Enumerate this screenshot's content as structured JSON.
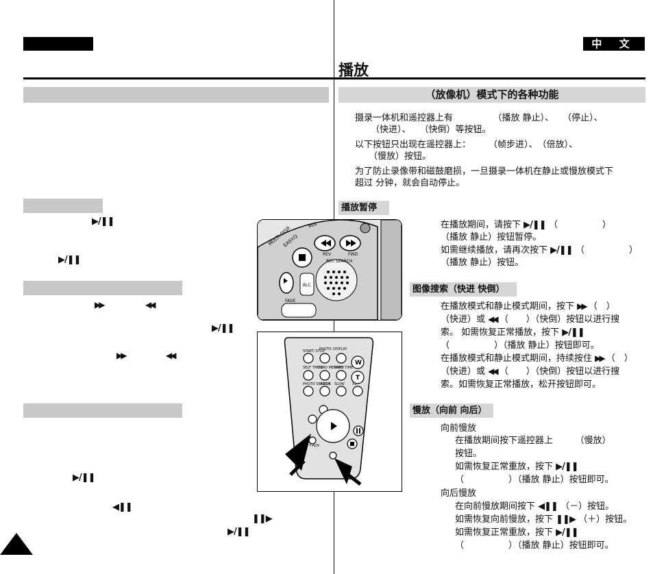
{
  "header": {
    "lang_label": "中 文",
    "page_title": "播放"
  },
  "right": {
    "section_title": "（放像机）模式下的各种功能",
    "intro": [
      "摄录一体机和遥控器上有　　　　　（播放 静止）、　　（停止）、",
      "（快进）、　　（快倒）等按钮。",
      "以下按钮只出现在遥控器上：　　　（帧步进）、　（倍放）、",
      "（慢放）按钮。",
      "为了防止录像带和磁鼓磨损，一旦摄录一体机在静止或慢放模式下",
      "超过 分钟，就会自动停止。"
    ],
    "pause_head": "播放暂停",
    "pause_lines": [
      "在播放期间，请按下",
      "（　　　　　）",
      "（播放 静止）按钮暂停。",
      "如需继续播放，请再次按下",
      "（　　　　　）",
      "（播放 静止）按钮。"
    ],
    "search_head": "图像搜索（快进 快倒）",
    "search_lines": [
      "在播放模式和静止模式期间，按下",
      "（　）",
      "（快进）或",
      "（　　）（快倒）按钮以进行搜",
      "索。 如需恢复正常播放，按下",
      "（　　　　　）（播放 静止）按钮即可。",
      "在播放模式和静止模式期间，持续按住",
      "（　）",
      "（快进）或",
      "（　　）（快倒）按钮以进行搜",
      "索。如需恢复正常播放，松开按钮即可。"
    ],
    "slow_head": "慢放（向前 向后）",
    "slow_lines": [
      "向前慢放",
      "在播放期间按下遥控器上　　　（慢放）",
      "按钮。",
      "如需恢复正常重放，按下",
      "（　　　　　）（播放 静止）按钮即可。",
      "向后慢放",
      "在向前慢放期间按下",
      "（－）按钮。",
      "如需恢复向前慢放，按下",
      "（＋）按钮。",
      "如需恢复正常重放，按下",
      "（　　　　　）（播放 静止）按钮即可。"
    ]
  },
  "glyphs": {
    "play_pause": "▶/❚❚",
    "ff": "▶▶",
    "rew": "◀◀",
    "slow_back": "◀❚❚",
    "slow_fwd": "❚❚▶"
  },
  "camcorder": {
    "multi_disp": "MULTI DISP.",
    "easy_q": "EASY.Q",
    "mix": "MIX",
    "rev": "REV",
    "fwd": "FWD",
    "blc": "BLC",
    "rec_search": "REC SEARCH",
    "fade": "FADE"
  },
  "remote": {
    "start_stop": "START/\nSTOP",
    "photo": "PHOTO",
    "display": "DISPLAY",
    "self_timer": "SELF\nTIMER",
    "zero_memory": "ZERO\nMEMORY",
    "date_time": "DATE/\nTIME",
    "photo_search": "PHOTO\nSEARCH",
    "a_dub": "A.DUB",
    "slow": "SLOW",
    "x2": "X2",
    "f_adv": "F.ADV",
    "w": "W",
    "t": "T"
  },
  "colors": {
    "section_gray": "#d6d6d6",
    "left_gray": "#c8c8c8"
  }
}
